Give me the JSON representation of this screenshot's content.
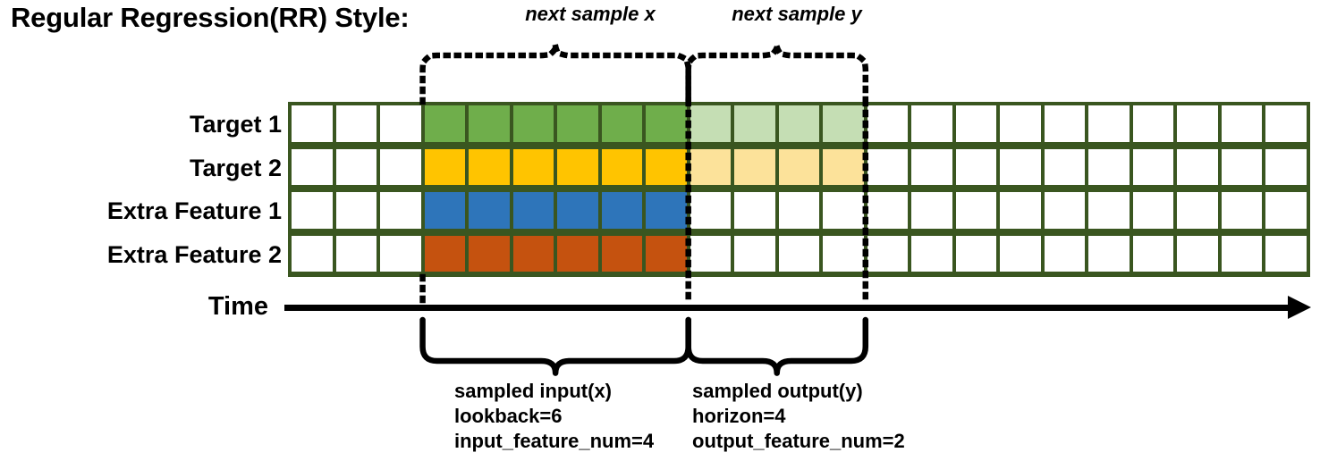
{
  "title": "Regular Regression(RR) Style:",
  "colors": {
    "border": "#3a5620",
    "target1": "#6fae4b",
    "target1_light": "#c5deb4",
    "target2": "#ffc400",
    "target2_light": "#fce29a",
    "feature1": "#2e75ba",
    "feature2": "#c5520f",
    "empty": "#ffffff",
    "ink": "#000000"
  },
  "rows": [
    {
      "label": "Target 1",
      "name": "target-1"
    },
    {
      "label": "Target 2",
      "name": "target-2"
    },
    {
      "label": "Extra Feature 1",
      "name": "extra-feature-1"
    },
    {
      "label": "Extra Feature 2",
      "name": "extra-feature-2"
    }
  ],
  "grid": {
    "columns": 23,
    "lookback_start_col": 4,
    "lookback_end_col": 9,
    "horizon_start_col": 10,
    "horizon_end_col": 13,
    "fills": [
      [
        "empty",
        "empty",
        "empty",
        "target1",
        "target1",
        "target1",
        "target1",
        "target1",
        "target1",
        "target1_light",
        "target1_light",
        "target1_light",
        "target1_light",
        "empty",
        "empty",
        "empty",
        "empty",
        "empty",
        "empty",
        "empty",
        "empty",
        "empty",
        "empty"
      ],
      [
        "empty",
        "empty",
        "empty",
        "target2",
        "target2",
        "target2",
        "target2",
        "target2",
        "target2",
        "target2_light",
        "target2_light",
        "target2_light",
        "target2_light",
        "empty",
        "empty",
        "empty",
        "empty",
        "empty",
        "empty",
        "empty",
        "empty",
        "empty",
        "empty"
      ],
      [
        "empty",
        "empty",
        "empty",
        "feature1",
        "feature1",
        "feature1",
        "feature1",
        "feature1",
        "feature1",
        "empty",
        "empty",
        "empty",
        "empty",
        "empty",
        "empty",
        "empty",
        "empty",
        "empty",
        "empty",
        "empty",
        "empty",
        "empty",
        "empty"
      ],
      [
        "empty",
        "empty",
        "empty",
        "feature2",
        "feature2",
        "feature2",
        "feature2",
        "feature2",
        "feature2",
        "empty",
        "empty",
        "empty",
        "empty",
        "empty",
        "empty",
        "empty",
        "empty",
        "empty",
        "empty",
        "empty",
        "empty",
        "empty",
        "empty"
      ]
    ]
  },
  "time_axis": {
    "label": "Time"
  },
  "top_annotations": [
    {
      "label": "next sample x",
      "name": "next-sample-x"
    },
    {
      "label": "next sample y",
      "name": "next-sample-y"
    }
  ],
  "bottom_annotations": [
    {
      "name": "sampled-input",
      "lines": [
        "sampled input(x)",
        "lookback=6",
        "input_feature_num=4"
      ]
    },
    {
      "name": "sampled-output",
      "lines": [
        "sampled output(y)",
        "horizon=4",
        "output_feature_num=2"
      ]
    }
  ]
}
